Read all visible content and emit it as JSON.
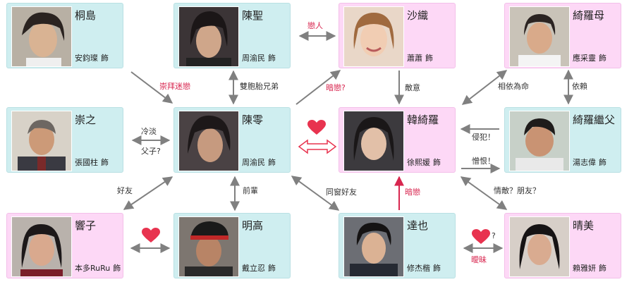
{
  "suffix": "飾",
  "colors": {
    "blue": "#cfeef0",
    "pink": "#fdd8f6",
    "red": "#d8264f",
    "arrow": "#808080"
  },
  "characters": {
    "kirishima": {
      "role": "桐島",
      "actor": "安鈞璨"
    },
    "chensheng": {
      "role": "陳聖",
      "actor": "周渝民"
    },
    "shaori": {
      "role": "沙織",
      "actor": "蕭蕭"
    },
    "qiluomu": {
      "role": "綺羅母",
      "actor": "應采靈"
    },
    "chongzhi": {
      "role": "崇之",
      "actor": "張國柱"
    },
    "chenling": {
      "role": "陳零",
      "actor": "周渝民"
    },
    "hanqiluo": {
      "role": "韓綺羅",
      "actor": "徐熙媛"
    },
    "qiluojifu": {
      "role": "綺羅繼父",
      "actor": "湯志偉"
    },
    "xiangzi": {
      "role": "響子",
      "actor": "本多RuRu"
    },
    "minggao": {
      "role": "明高",
      "actor": "戴立忍"
    },
    "daye": {
      "role": "達也",
      "actor": "修杰楷"
    },
    "qingmei": {
      "role": "晴美",
      "actor": "賴雅妍"
    }
  },
  "relations": {
    "lovers": "戀人",
    "admiration": "崇拜迷戀",
    "twins": "雙胞胎兄弟",
    "secret_love_q": "暗戀?",
    "hostility": "敵意",
    "dependent": "相依為命",
    "reliance": "依賴",
    "cold": "冷淡",
    "father_son_q": "父子?",
    "violate": "侵犯！",
    "hate": "憎恨！",
    "good_friend": "好友",
    "senior": "前輩",
    "classmate_friend": "同窗好友",
    "secret_love": "暗戀",
    "rival_friend": "情敵？朋友？",
    "ambiguous": "曖昧",
    "question_mark": "?"
  }
}
